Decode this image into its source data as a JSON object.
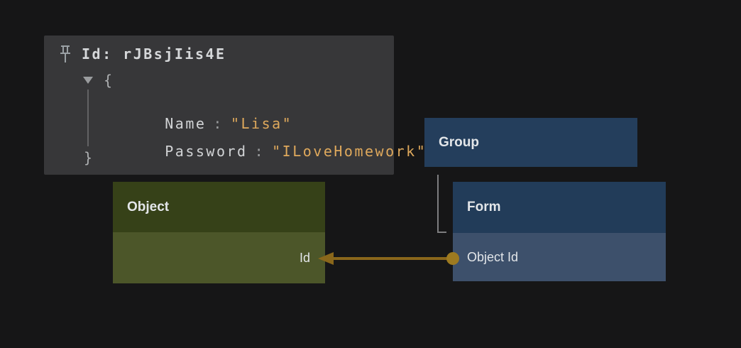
{
  "canvas": {
    "background": "#161617"
  },
  "tooltip": {
    "title": "Id: rJBsjIis4E",
    "expanded": true,
    "json": {
      "open_brace": "{",
      "close_brace": "}",
      "entries": [
        {
          "key": "Name",
          "separator": ":",
          "value": "\"Lisa\""
        },
        {
          "key": "Password",
          "separator": ":",
          "value": "\"ILoveHomework\""
        }
      ]
    },
    "colors": {
      "background": "#373739",
      "title": "#d6d8da",
      "key": "#d2d4d6",
      "separator": "#9a9c9e",
      "string": "#dfa95c",
      "brace": "#aeb0b2",
      "icon": "#9aa0a4",
      "guide": "#626264"
    }
  },
  "nodes": {
    "object": {
      "title": "Object",
      "rows": [
        {
          "label": "Id"
        }
      ],
      "colors": {
        "header": "#364118",
        "row": "#4c5629",
        "text": "#e3e6e9"
      }
    },
    "group": {
      "title": "Group",
      "colors": {
        "header": "#243e5c",
        "text": "#e3e6e9"
      }
    },
    "form": {
      "title": "Form",
      "rows": [
        {
          "label": "Object Id"
        }
      ],
      "colors": {
        "header": "#223c59",
        "row": "#3d506b",
        "text": "#e3e6e9"
      }
    }
  },
  "edges": {
    "reference": {
      "from": "Form.Object Id",
      "to": "Object.Id",
      "color": "#8a671b",
      "dot_color": "#9d7a20"
    },
    "group_form": {
      "from": "Group",
      "to": "Form",
      "color": "#7d7d7f"
    }
  }
}
